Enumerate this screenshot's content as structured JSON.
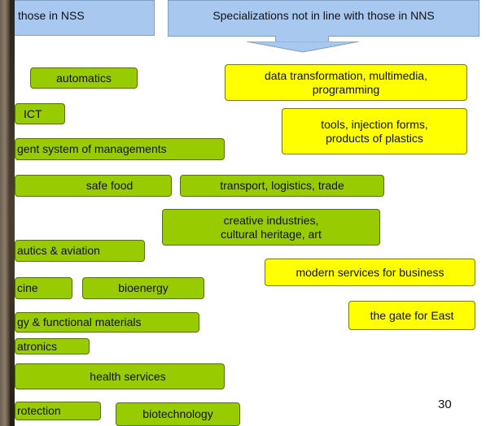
{
  "header": {
    "left_callout": "those in NSS",
    "right_callout": "Specializations not in line with those in NNS"
  },
  "green_boxes": {
    "automatics": "automatics",
    "ict": "ICT",
    "mgmt": "gent system of managements",
    "safe_food": "safe food",
    "transport": "transport, logistics, trade",
    "creative_1": "creative industries,",
    "creative_2": "cultural heritage, art",
    "aviation": "autics & aviation",
    "medicine": "cine",
    "bioenergy": "bioenergy",
    "materials": "gy & functional materials",
    "mechatronics": "atronics",
    "health": "health services",
    "protection": "rotection",
    "biotech": "biotechnology"
  },
  "yellow_boxes": {
    "data_1": "data transformation, multimedia,",
    "data_2": "programming",
    "tools_1": "tools, injection forms,",
    "tools_2": "products of plastics",
    "modern": "modern services for business",
    "gate": "the gate for East"
  },
  "page_number": "30",
  "colors": {
    "green_fill": "#99cc00",
    "yellow_fill": "#ffff00",
    "callout_fill": "#a9c8f0"
  }
}
